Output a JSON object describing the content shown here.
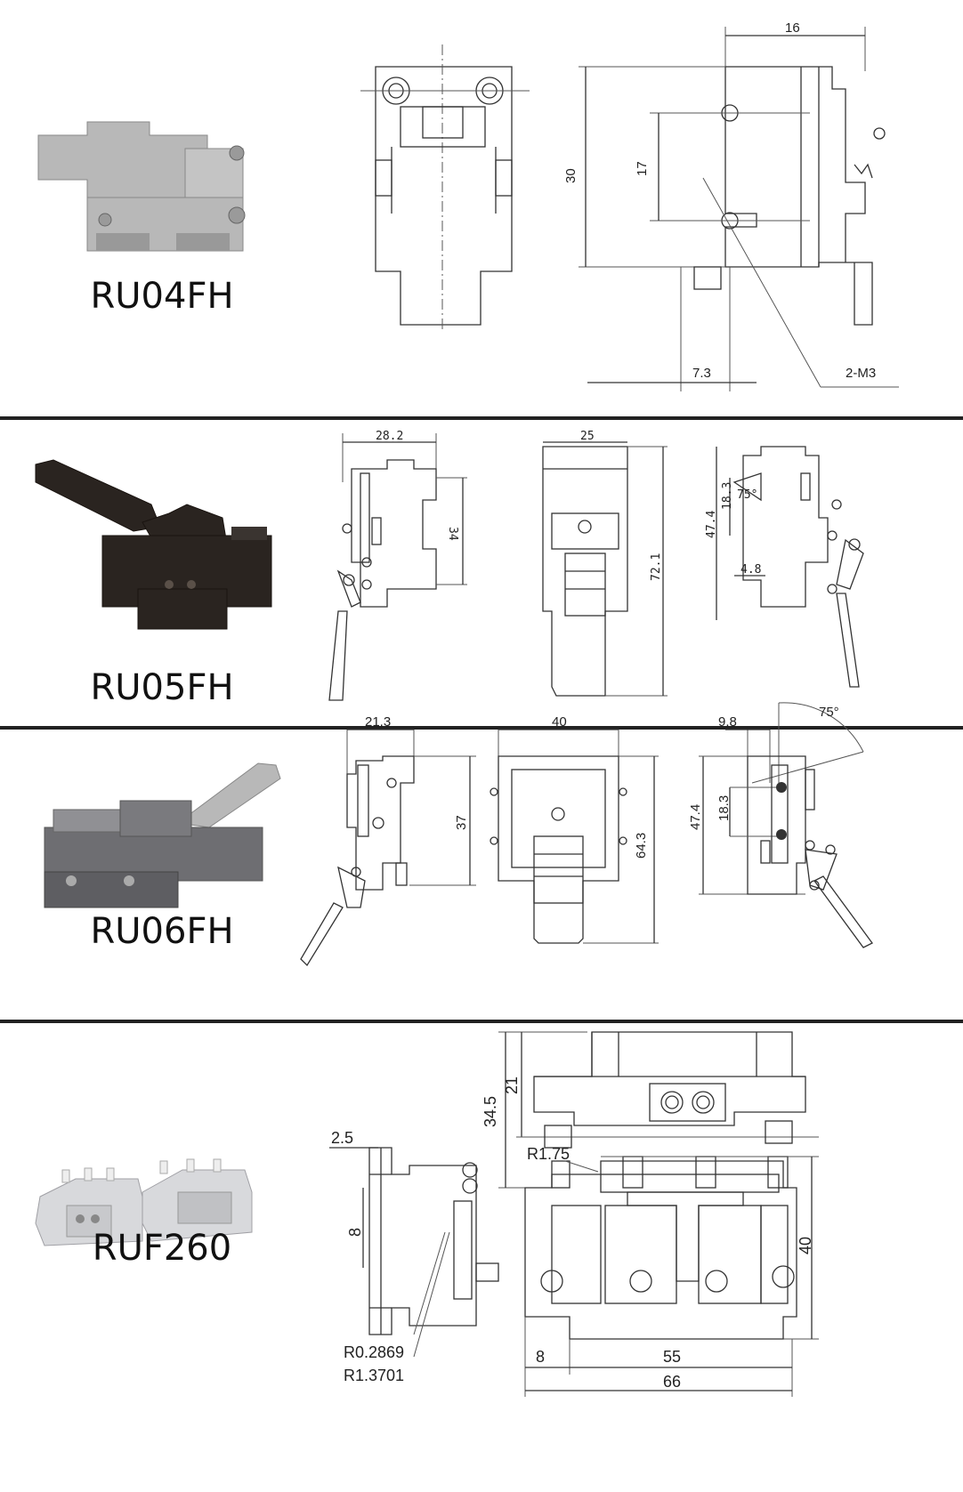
{
  "panels": [
    {
      "model": "RU04FH",
      "dims": [
        "16",
        "30",
        "17",
        "7.3",
        "2-M3"
      ]
    },
    {
      "model": "RU05FH",
      "dims": [
        "28.2",
        "34",
        "25",
        "72.1",
        "47.4",
        "18.3",
        "75°",
        "4.8"
      ]
    },
    {
      "model": "RU06FH",
      "dims": [
        "21.3",
        "37",
        "40",
        "64.3",
        "9.8",
        "75°",
        "47.4",
        "18.3"
      ]
    },
    {
      "model": "RUF260",
      "dims": [
        "34.5",
        "21",
        "2.5",
        "R1.75",
        "8",
        "40",
        "R0.2869",
        "R1.3701",
        "8",
        "55",
        "66"
      ]
    }
  ],
  "colors": {
    "divider": "#222222",
    "line": "#333333",
    "photo_metal": "#b8b8b8",
    "photo_dark": "#2a2420",
    "photo_silver": "#d8d9dc"
  }
}
